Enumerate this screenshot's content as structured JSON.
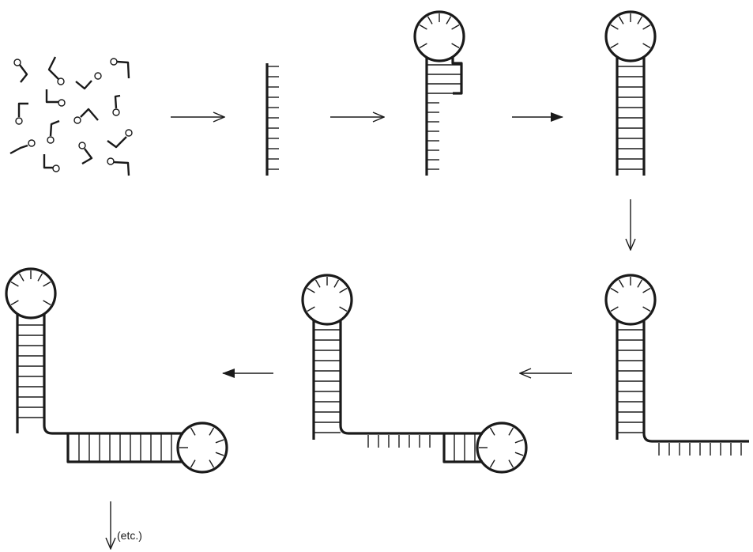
{
  "diagram": {
    "continuation_label": "(etc.)",
    "colors": {
      "ink": "#1a1a1a",
      "background": "#ffffff"
    },
    "stages": [
      {
        "id": 1,
        "name": "free-monomers"
      },
      {
        "id": 2,
        "name": "single-strand"
      },
      {
        "id": 3,
        "name": "partial-hairpin"
      },
      {
        "id": 4,
        "name": "full-hairpin"
      },
      {
        "id": 5,
        "name": "hairpin-with-tail"
      },
      {
        "id": 6,
        "name": "second-hairpin-forming"
      },
      {
        "id": 7,
        "name": "two-hairpins"
      }
    ]
  }
}
